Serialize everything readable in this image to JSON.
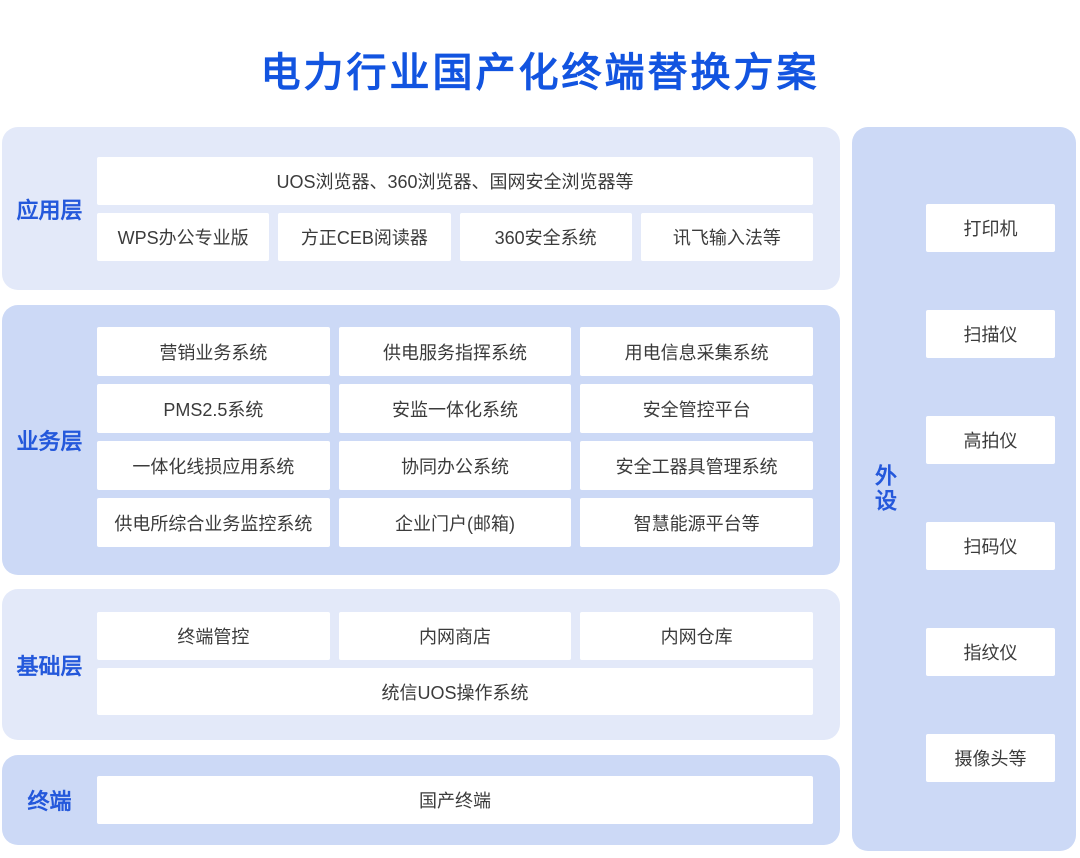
{
  "title": "电力行业国产化终端替换方案",
  "colors": {
    "accent_title": "#1254e0",
    "accent_label": "#2458db",
    "panel_light": "#e3e9f9",
    "panel_dark": "#ccd9f6",
    "box_bg": "#ffffff",
    "box_text": "#3b3b3b"
  },
  "layers": {
    "app": {
      "label": "应用层",
      "row1": "UOS浏览器、360浏览器、国网安全浏览器等",
      "row2": [
        "WPS办公专业版",
        "方正CEB阅读器",
        "360安全系统",
        "讯飞输入法等"
      ]
    },
    "biz": {
      "label": "业务层",
      "rows": [
        [
          "营销业务系统",
          "供电服务指挥系统",
          "用电信息采集系统"
        ],
        [
          "PMS2.5系统",
          "安监一体化系统",
          "安全管控平台"
        ],
        [
          "一体化线损应用系统",
          "协同办公系统",
          "安全工器具管理系统"
        ],
        [
          "供电所综合业务监控系统",
          "企业门户(邮箱)",
          "智慧能源平台等"
        ]
      ]
    },
    "base": {
      "label": "基础层",
      "row1": [
        "终端管控",
        "内网商店",
        "内网仓库"
      ],
      "row2": "统信UOS操作系统"
    },
    "terminal": {
      "label": "终端",
      "box": "国产终端"
    }
  },
  "peripherals": {
    "label": "外设",
    "items": [
      "打印机",
      "扫描仪",
      "高拍仪",
      "扫码仪",
      "指纹仪",
      "摄像头等"
    ]
  }
}
